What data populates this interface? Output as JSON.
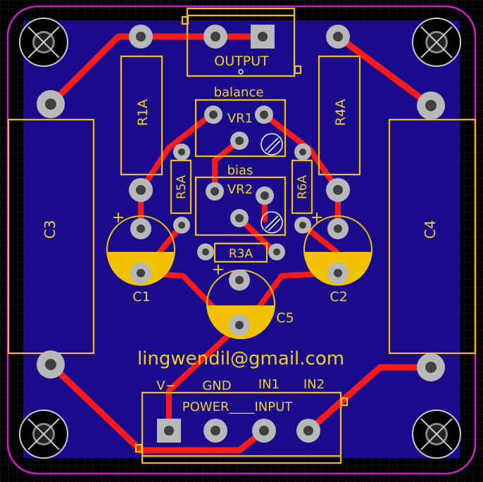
{
  "colors": {
    "background": "#000000",
    "board": "#1a0b8c",
    "outline": "#d21ec8",
    "copper_trace": "#ff1a1a",
    "silkscreen": "#f2c200",
    "pad": "#b8b8b8",
    "drill": "#404040"
  },
  "board": {
    "email": "lingwendil@gmail.com"
  },
  "labels": {
    "output": "OUTPUT",
    "balance": "balance",
    "bias": "bias",
    "vr1": "VR1",
    "vr2": "VR2",
    "r1a": "R1A",
    "r4a": "R4A",
    "r5a": "R5A",
    "r6a": "R6A",
    "r3a": "R3A",
    "c1": "C1",
    "c2": "C2",
    "c3": "C3",
    "c4": "C4",
    "c5": "C5",
    "plus": "+",
    "v_minus": "V−",
    "gnd": "GND",
    "in1": "IN1",
    "in2": "IN2",
    "power_input": "POWER____INPUT"
  }
}
